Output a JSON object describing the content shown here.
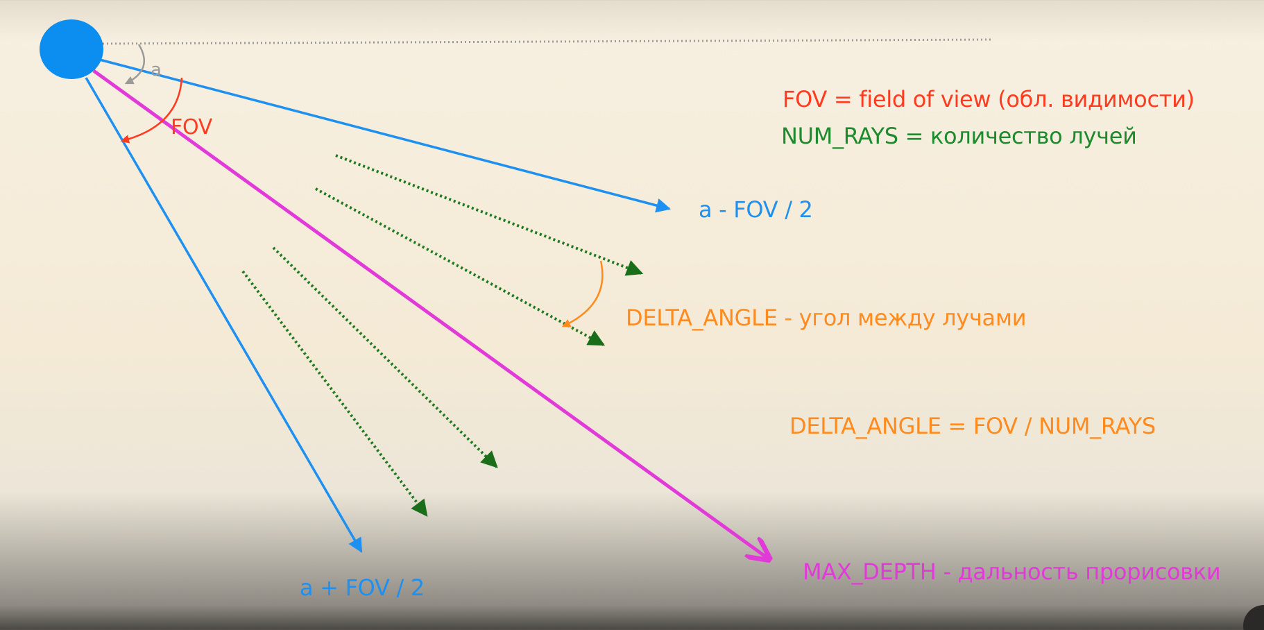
{
  "colors": {
    "player": "#0b8ef0",
    "fov_ray": "#1e90f0",
    "fov_label": "#ff3b1f",
    "num_rays_label": "#1e8a2e",
    "ray_dotted": "#1f7a1f",
    "delta_angle": "#ff8a1e",
    "max_depth": "#e23ad8",
    "angle_arc": "#9a9a9a",
    "heading_line": "#9a9a9a"
  },
  "icons": {
    "player": "circle-player-icon"
  },
  "labels": {
    "angle_a": "a",
    "fov": "FOV",
    "fov_def": "FOV = field of view (обл. видимости)",
    "num_rays_def": "NUM_RAYS = количество лучей",
    "left_edge": "a - FOV / 2",
    "right_edge": "a + FOV / 2",
    "delta_angle_def": "DELTA_ANGLE - угол между лучами",
    "delta_angle_formula": "DELTA_ANGLE = FOV / NUM_RAYS",
    "max_depth_def": "MAX_DEPTH - дальность прорисовки"
  }
}
